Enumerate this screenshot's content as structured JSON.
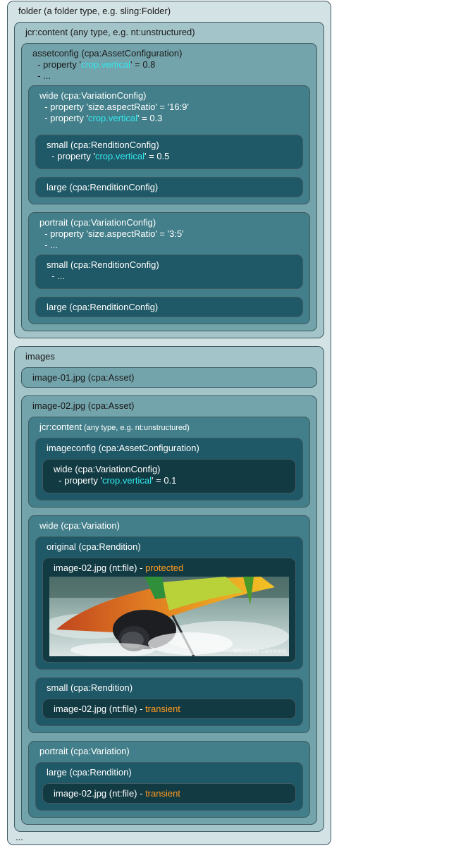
{
  "folder": {
    "title": "folder (a folder type, e.g. sling:Folder)",
    "ellipsis": "..."
  },
  "content": {
    "title": "jcr:content (any type, e.g. nt:unstructured)",
    "assetconfig": {
      "title": "assetconfig (cpa:AssetConfiguration)",
      "prop_prefix": "  - property '",
      "prop_name": "crop.vertical",
      "prop_suffix": "' = 0.8",
      "ellipsis": "  - ...",
      "wide": {
        "title": "wide (cpa:VariationConfig)",
        "prop1": "  - property 'size.aspectRatio' = '16:9'",
        "prop2_prefix": "  - property '",
        "prop2_name": "crop.vertical",
        "prop2_suffix": "' = 0.3",
        "small": {
          "title": "small (cpa:RenditionConfig)",
          "prop_prefix": "  - property '",
          "prop_name": "crop.vertical",
          "prop_suffix": "' = 0.5"
        },
        "large": {
          "title": "large (cpa:RenditionConfig)"
        }
      },
      "portrait": {
        "title": "portrait (cpa:VariationConfig)",
        "prop1": "  - property 'size.aspectRatio' = '3:5'",
        "ellipsis": "  - ...",
        "small": {
          "title": "small (cpa:RenditionConfig)",
          "ellipsis": "  - ..."
        },
        "large": {
          "title": "large (cpa:RenditionConfig)"
        }
      }
    }
  },
  "images": {
    "title": "images",
    "image01": {
      "title": "image-01.jpg (cpa:Asset)"
    },
    "image02": {
      "title": "image-02.jpg (cpa:Asset)",
      "content": {
        "title_main": "jcr:content",
        "title_sub": " (any type, e.g. nt:unstructured)",
        "imageconfig": {
          "title": "imageconfig (cpa:AssetConfiguration)",
          "wide": {
            "title": "wide (cpa:VariationConfig)",
            "prop_prefix": "  - property '",
            "prop_name": "crop.vertical",
            "prop_suffix": "' = 0.1"
          }
        }
      },
      "wide": {
        "title": "wide (cpa:Variation)",
        "original": {
          "title": "original (cpa:Rendition)",
          "file": "image-02.jpg (nt:file) - ",
          "status": "protected",
          "photo_watermark": "Wikimedia Commons"
        },
        "small": {
          "title": "small (cpa:Rendition)",
          "file": "image-02.jpg (nt:file) - ",
          "status": "transient"
        }
      },
      "portrait": {
        "title": "portrait (cpa:Variation)",
        "large": {
          "title": "large (cpa:Rendition)",
          "file": "image-02.jpg (nt:file) - ",
          "status": "transient"
        }
      }
    }
  },
  "colors": {
    "level0": "#d3e2e5",
    "level1": "#a3c4c9",
    "level2": "#73a3ab",
    "level3": "#437f8a",
    "level4": "#1f5866",
    "level5": "#123a43",
    "highlight": "#33e8ee",
    "status": "#ff9a1e"
  }
}
